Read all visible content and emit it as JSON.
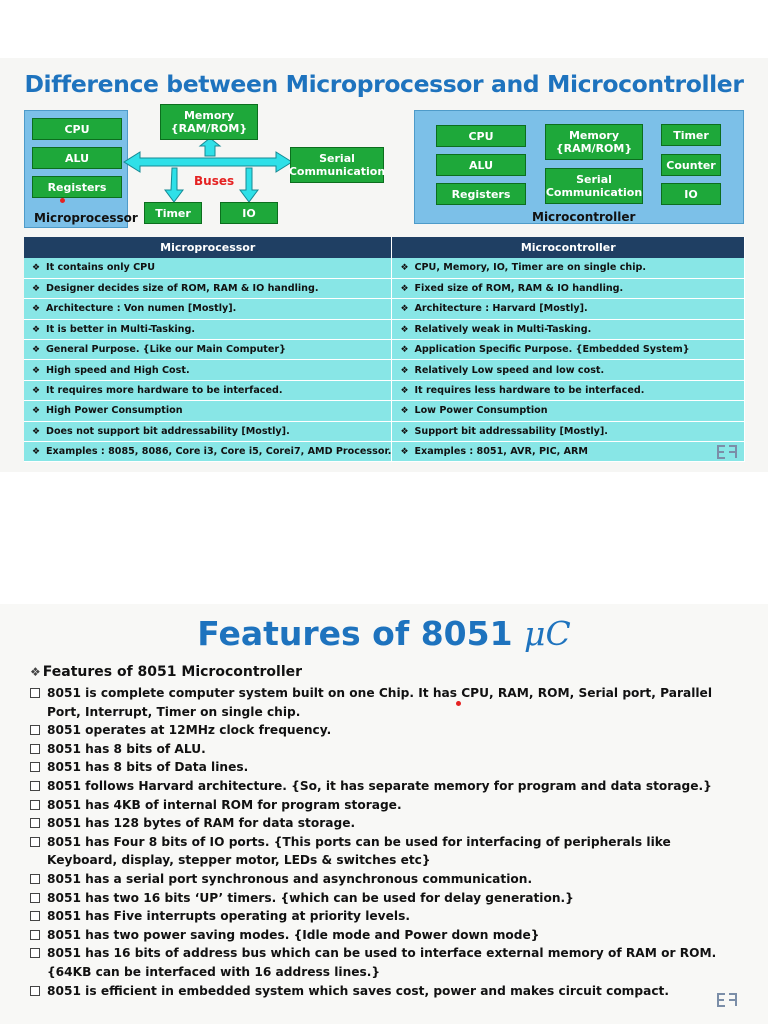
{
  "slide1": {
    "title": "Difference between Microprocessor and Microcontroller",
    "microprocessor_diagram": {
      "label": "Microprocessor",
      "boxes": [
        "CPU",
        "ALU",
        "Registers"
      ],
      "memory": [
        "Memory",
        "{RAM/ROM}"
      ],
      "serial": [
        "Serial",
        "Communication"
      ],
      "timer": "Timer",
      "io": "IO",
      "buses_label": "Buses"
    },
    "microcontroller_diagram": {
      "label": "Microcontroller",
      "cpu": "CPU",
      "alu": "ALU",
      "registers": "Registers",
      "memory": [
        "Memory",
        "{RAM/ROM}"
      ],
      "serial": [
        "Serial",
        "Communication"
      ],
      "timer": "Timer",
      "counter": "Counter",
      "io": "IO"
    },
    "table": {
      "headers": [
        "Microprocessor",
        "Microcontroller"
      ],
      "bullet": "❖",
      "rows": [
        [
          "It contains only CPU",
          "CPU, Memory, IO, Timer are on single chip."
        ],
        [
          "Designer decides size of ROM, RAM & IO handling.",
          "Fixed size of ROM, RAM & IO handling."
        ],
        [
          "Architecture : Von numen [Mostly].",
          "Architecture : Harvard [Mostly]."
        ],
        [
          "It is better in Multi-Tasking.",
          "Relatively weak in Multi-Tasking."
        ],
        [
          "General Purpose. {Like our Main Computer}",
          "Application Specific Purpose. {Embedded System}"
        ],
        [
          "High speed and High Cost.",
          "Relatively Low speed and low cost."
        ],
        [
          "It requires more hardware to be interfaced.",
          "It requires less hardware to be interfaced."
        ],
        [
          "High Power Consumption",
          "Low Power Consumption"
        ],
        [
          "Does not support bit addressability [Mostly].",
          "Support bit addressability [Mostly]."
        ],
        [
          "Examples : 8085, 8086, Core i3, Core i5, Corei7, AMD Processor.",
          "Examples : 8051, AVR, PIC, ARM"
        ]
      ]
    },
    "colors": {
      "title": "#1e73be",
      "box_green": "#1ea83a",
      "panel_blue": "#7cc0e8",
      "table_header": "#1f3f63",
      "table_cell": "#88e6e6",
      "bus_arrow": "#2fe0e8"
    }
  },
  "slide2": {
    "title_text": "Features of 8051 ",
    "title_symbol": "μC",
    "subheading_star": "❖",
    "subheading": "Features of 8051 Microcontroller",
    "features": [
      "8051 is complete computer system built on one Chip. It has CPU, RAM, ROM, Serial port, Parallel Port, Interrupt, Timer on single chip.",
      "8051 operates at 12MHz clock frequency.",
      "8051 has 8 bits of ALU.",
      "8051 has 8 bits of Data lines.",
      "8051 follows Harvard architecture. {So, it has separate memory for program and data storage.}",
      "8051 has 4KB of internal ROM for program storage.",
      "8051 has 128 bytes of RAM for data storage.",
      "8051 has Four 8 bits of IO ports. {This ports can be used for interfacing of peripherals like Keyboard, display, stepper motor, LEDs & switches etc}",
      "8051 has a serial port synchronous and asynchronous communication.",
      "8051 has two 16 bits ‘UP’ timers. {which can be used for delay generation.}",
      "8051 has Five interrupts operating at priority levels.",
      "8051 has two power saving modes. {Idle mode and Power down mode}",
      "8051 has 16 bits of address bus which can be used to interface external memory of RAM or ROM. {64KB can be interfaced with 16 address lines.}",
      "8051 is efficient in embedded system which saves cost, power and makes circuit compact."
    ]
  }
}
